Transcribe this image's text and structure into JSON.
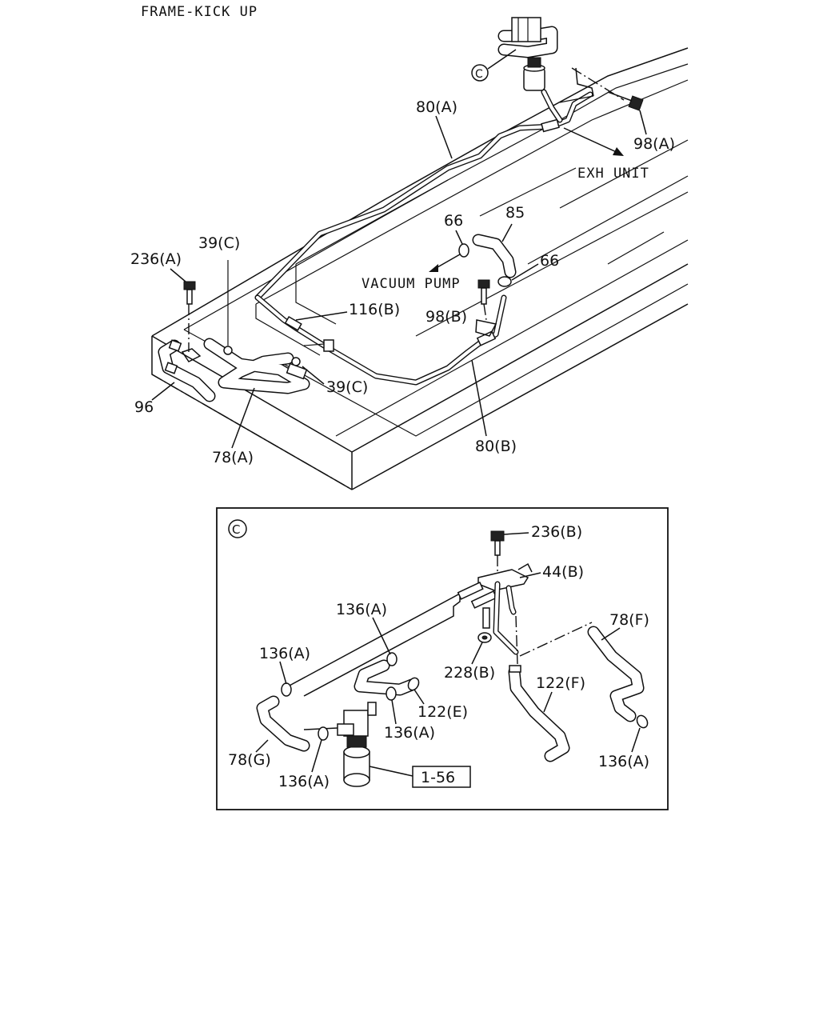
{
  "title": "FRAME-KICK UP",
  "annotations": {
    "exh_unit": "EXH UNIT",
    "vacuum_pump": "VACUUM PUMP",
    "detail_marker": "C"
  },
  "callouts": {
    "c80a": "80(A)",
    "c98a": "98(A)",
    "c66top": "66",
    "c85": "85",
    "c66right": "66",
    "c236a": "236(A)",
    "c39c_top": "39(C)",
    "c116b": "116(B)",
    "c98b": "98(B)",
    "c39c_bottom": "39(C)",
    "c96": "96",
    "c78a": "78(A)",
    "c80b": "80(B)"
  },
  "detail": {
    "c236b": "236(B)",
    "c44b": "44(B)",
    "c136a_1": "136(A)",
    "c78f": "78(F)",
    "c136a_2": "136(A)",
    "c228b": "228(B)",
    "c122f": "122(F)",
    "c122e": "122(E)",
    "c136a_3": "136(A)",
    "c78g": "78(G)",
    "c136a_4": "136(A)",
    "c136a_5": "136(A)",
    "ref_box": "1-56"
  }
}
